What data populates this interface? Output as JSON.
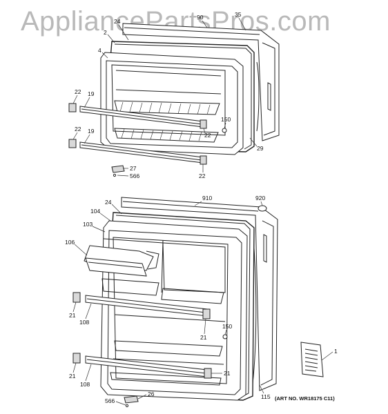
{
  "watermark": "AppliancePartsPros.com",
  "art_number": "(ART NO. WR18175 C11)",
  "upper_door": {
    "callouts": [
      {
        "id": "u90",
        "text": "90"
      },
      {
        "id": "u35",
        "text": "35"
      },
      {
        "id": "u24",
        "text": "24"
      },
      {
        "id": "u2",
        "text": "2"
      },
      {
        "id": "u4",
        "text": "4"
      },
      {
        "id": "u22a",
        "text": "22"
      },
      {
        "id": "u19a",
        "text": "19"
      },
      {
        "id": "u22b",
        "text": "22"
      },
      {
        "id": "u19b",
        "text": "19"
      },
      {
        "id": "u150",
        "text": "150"
      },
      {
        "id": "u22c",
        "text": "22"
      },
      {
        "id": "u29",
        "text": "29"
      },
      {
        "id": "u22d",
        "text": "22"
      },
      {
        "id": "u27",
        "text": "27"
      },
      {
        "id": "u566",
        "text": "566"
      }
    ]
  },
  "lower_door": {
    "callouts": [
      {
        "id": "l910",
        "text": "910"
      },
      {
        "id": "l920",
        "text": "920"
      },
      {
        "id": "l24",
        "text": "24"
      },
      {
        "id": "l104",
        "text": "104"
      },
      {
        "id": "l103",
        "text": "103"
      },
      {
        "id": "l106",
        "text": "106"
      },
      {
        "id": "l21a",
        "text": "21"
      },
      {
        "id": "l108a",
        "text": "108"
      },
      {
        "id": "l21b",
        "text": "21"
      },
      {
        "id": "l150",
        "text": "150"
      },
      {
        "id": "l21c",
        "text": "21"
      },
      {
        "id": "l21d",
        "text": "21"
      },
      {
        "id": "l108b",
        "text": "108"
      },
      {
        "id": "l566",
        "text": "566"
      },
      {
        "id": "l26",
        "text": "26"
      },
      {
        "id": "l115",
        "text": "115"
      },
      {
        "id": "l1",
        "text": "1"
      }
    ]
  }
}
